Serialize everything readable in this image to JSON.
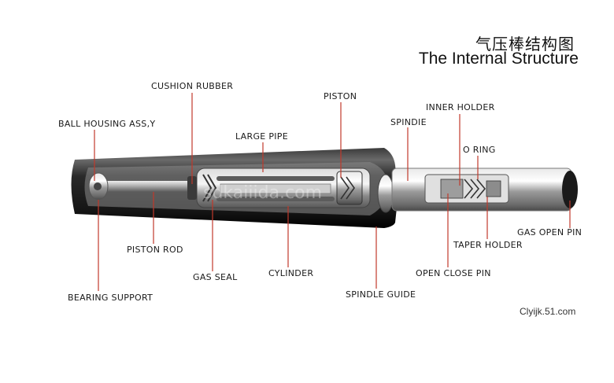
{
  "title_cn": "气压棒结构图",
  "title_en": "The Internal Structure",
  "credit": "Clyijk.51.com",
  "watermark": "sdkaiiida.com",
  "labels": {
    "cushion_rubber": "CUSHION RUBBER",
    "piston": "PISTON",
    "inner_holder": "INNER HOLDER",
    "spindie": "SPINDIE",
    "ball_housing": "BALL HOUSING ASS,Y",
    "large_pipe": "LARGE PIPE",
    "o_ring": "O RING",
    "gas_open_pin": "GAS OPEN PIN",
    "piston_rod": "PISTON ROD",
    "taper_holder": "TAPER HOLDER",
    "gas_seal": "GAS SEAL",
    "cylinder": "CYLINDER",
    "open_close_pin": "OPEN CLOSE PIN",
    "bearing_support": "BEARING SUPPORT",
    "spindle_guide": "SPINDLE GUIDE"
  },
  "colors": {
    "leader": "#c0392b",
    "body_dark": "#1c1c1c",
    "metal": "#b8b8b8"
  }
}
